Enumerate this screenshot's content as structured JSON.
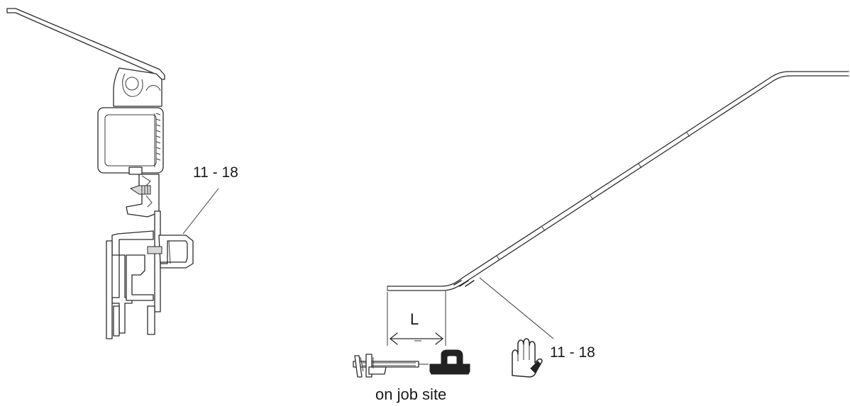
{
  "left_callout": {
    "label": "11 - 18"
  },
  "right_callout": {
    "label": "11 - 18"
  },
  "dimension": {
    "label": "L"
  },
  "note": {
    "text": "on job site"
  },
  "icons": {
    "caliper": "caliper-icon",
    "bending_tool": "bending-tool-icon",
    "hand": "hand-icon"
  }
}
